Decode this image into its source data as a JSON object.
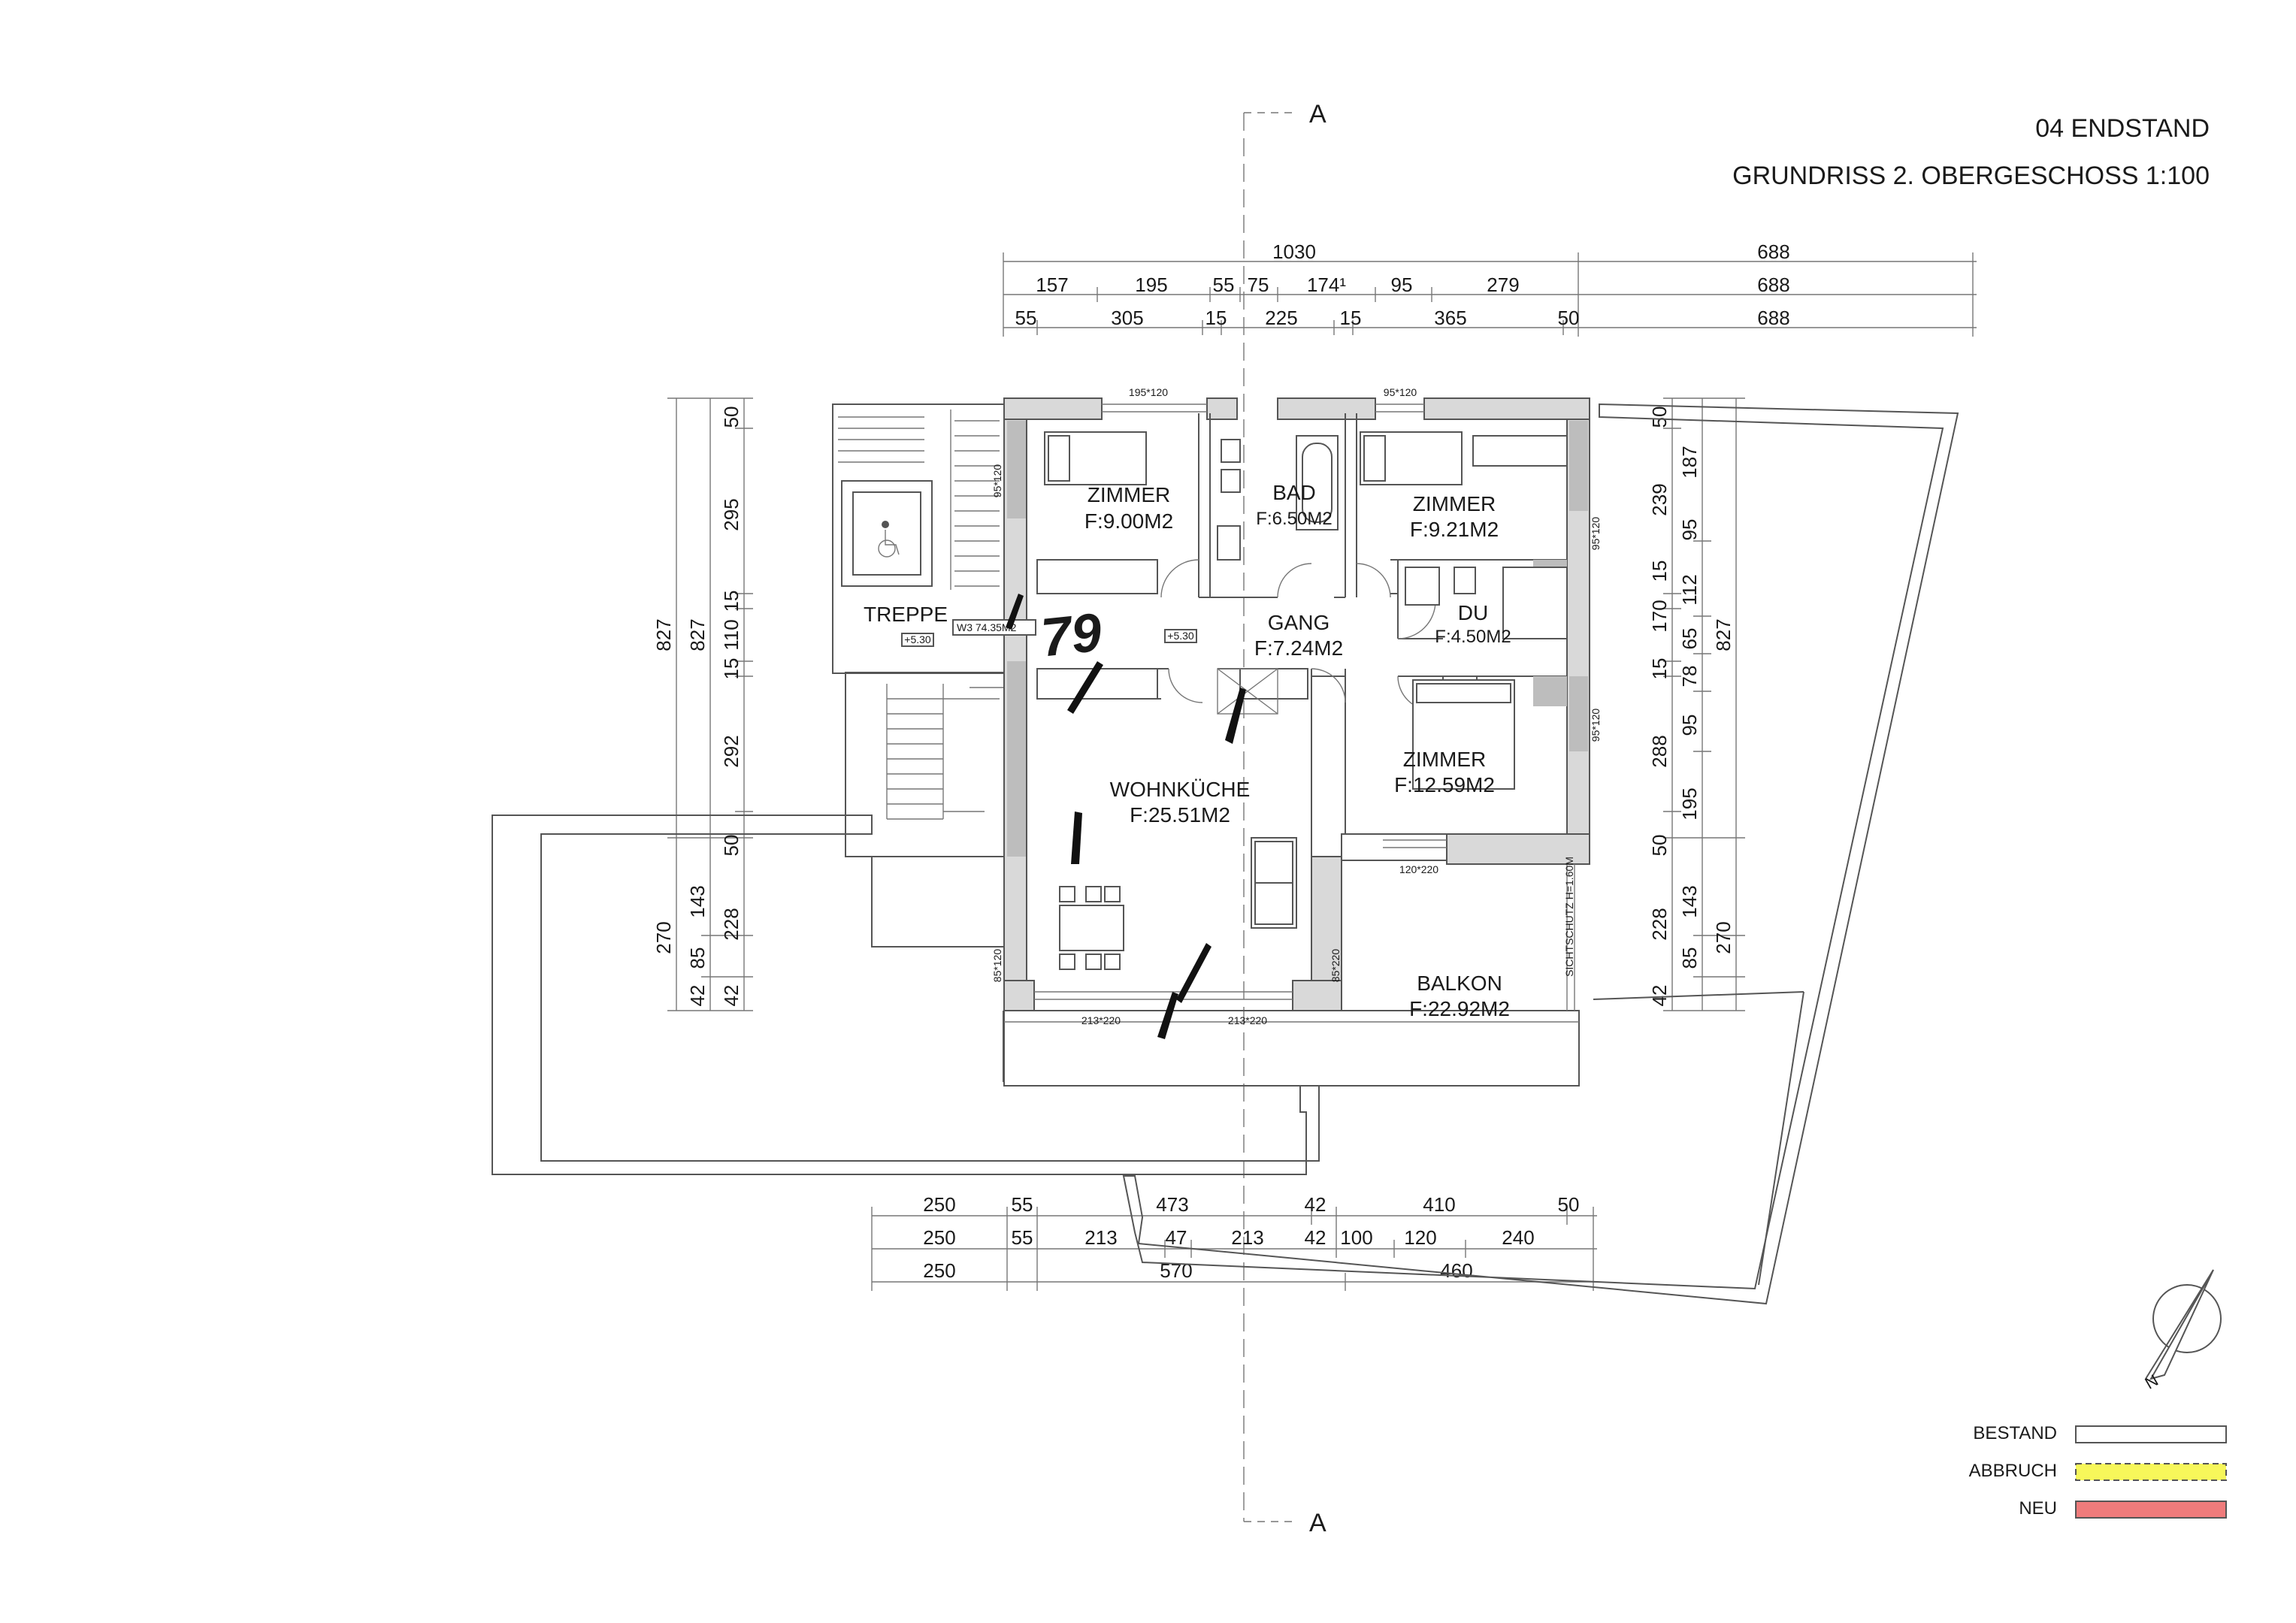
{
  "header": {
    "title": "04 ENDSTAND",
    "subtitle": "GRUNDRISS 2. OBERGESCHOSS 1:100"
  },
  "section": {
    "label_top": "A",
    "label_bottom": "A"
  },
  "dimensions": {
    "top_row1": [
      "1030",
      "688"
    ],
    "top_row2": [
      "157",
      "195",
      "55",
      "75",
      "174¹",
      "95",
      "279",
      "688"
    ],
    "top_row3": [
      "55",
      "305",
      "15",
      "225",
      "15",
      "365",
      "50",
      "688"
    ],
    "bottom_row1": [
      "250",
      "55",
      "473",
      "42",
      "410",
      "50"
    ],
    "bottom_row2": [
      "250",
      "55",
      "213",
      "47",
      "213",
      "42",
      "100",
      "120",
      "240"
    ],
    "bottom_row3": [
      "250",
      "570",
      "460"
    ],
    "left_outer": [
      "827",
      "270"
    ],
    "left_mid": [
      "827",
      "143",
      "85",
      "42"
    ],
    "left_inner": [
      "50",
      "295",
      "15",
      "110",
      "15",
      "292",
      "50",
      "228",
      "42"
    ],
    "right_inner": [
      "50",
      "239",
      "15",
      "170",
      "15",
      "288",
      "50",
      "228",
      "42"
    ],
    "right_mid": [
      "187",
      "95",
      "112",
      "65",
      "78",
      "95",
      "195",
      "143",
      "85"
    ],
    "right_outer": [
      "827",
      "270"
    ]
  },
  "rooms": {
    "zimmer1": {
      "name": "ZIMMER",
      "area": "F:9.00M2"
    },
    "bad": {
      "name": "BAD",
      "area": "F:6.50M2"
    },
    "zimmer2": {
      "name": "ZIMMER",
      "area": "F:9.21M2"
    },
    "treppe": {
      "name": "TREPPE"
    },
    "w3": {
      "name": "W3 74.35M2"
    },
    "gang": {
      "name": "GANG",
      "area": "F:7.24M2"
    },
    "du": {
      "name": "DU",
      "area": "F:4.50M2"
    },
    "wohnkueche": {
      "name": "WOHNKÜCHE",
      "area": "F:25.51M2"
    },
    "zimmer3": {
      "name": "ZIMMER",
      "area": "F:12.59M2"
    },
    "balkon": {
      "name": "BALKON",
      "area": "F:22.92M2"
    }
  },
  "annotations": {
    "level1": "+5.30",
    "level2": "+5.30",
    "win_top1": "195*120",
    "win_top2": "95*120",
    "win_left1": "95*120",
    "win_right1": "95*120",
    "win_right2": "95*120",
    "win_bottom1": "120*220",
    "win_left2": "85*120",
    "win_mid": "85*220",
    "door1": "213*220",
    "door2": "213*220",
    "privacy": "SICHTSCHUTZ H=1.60M",
    "handwritten": "79"
  },
  "legend": {
    "items": [
      {
        "label": "BESTAND",
        "color": "#ffffff"
      },
      {
        "label": "ABBRUCH",
        "color": "#f7f75a"
      },
      {
        "label": "NEU",
        "color": "#ef7b7b"
      }
    ]
  },
  "north_label": "N"
}
